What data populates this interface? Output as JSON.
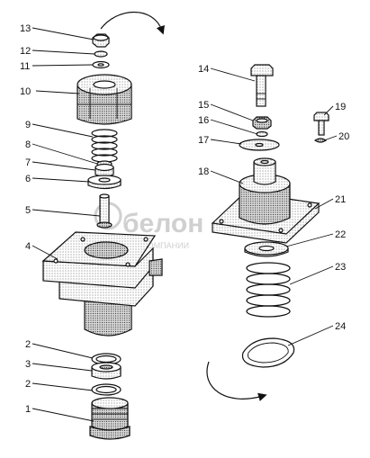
{
  "figure": {
    "palette": {
      "ink": "#111111",
      "paper": "#ffffff",
      "shade": "#9a9a9a",
      "watermark": "#c8c8c8"
    },
    "watermark": {
      "brand": "белон",
      "tagline": "А КОМПАНИИ"
    },
    "callouts": [
      {
        "id": "c1",
        "label": "1"
      },
      {
        "id": "c2a",
        "label": "2"
      },
      {
        "id": "c2b",
        "label": "2"
      },
      {
        "id": "c3",
        "label": "3"
      },
      {
        "id": "c4",
        "label": "4"
      },
      {
        "id": "c5",
        "label": "5"
      },
      {
        "id": "c6",
        "label": "6"
      },
      {
        "id": "c7",
        "label": "7"
      },
      {
        "id": "c8",
        "label": "8"
      },
      {
        "id": "c9",
        "label": "9"
      },
      {
        "id": "c10",
        "label": "10"
      },
      {
        "id": "c11",
        "label": "11"
      },
      {
        "id": "c12",
        "label": "12"
      },
      {
        "id": "c13",
        "label": "13"
      },
      {
        "id": "c14",
        "label": "14"
      },
      {
        "id": "c15",
        "label": "15"
      },
      {
        "id": "c16",
        "label": "16"
      },
      {
        "id": "c17",
        "label": "17"
      },
      {
        "id": "c18",
        "label": "18"
      },
      {
        "id": "c19",
        "label": "19"
      },
      {
        "id": "c20",
        "label": "20"
      },
      {
        "id": "c21",
        "label": "21"
      },
      {
        "id": "c22",
        "label": "22"
      },
      {
        "id": "c23",
        "label": "23"
      },
      {
        "id": "c24",
        "label": "24"
      }
    ]
  }
}
